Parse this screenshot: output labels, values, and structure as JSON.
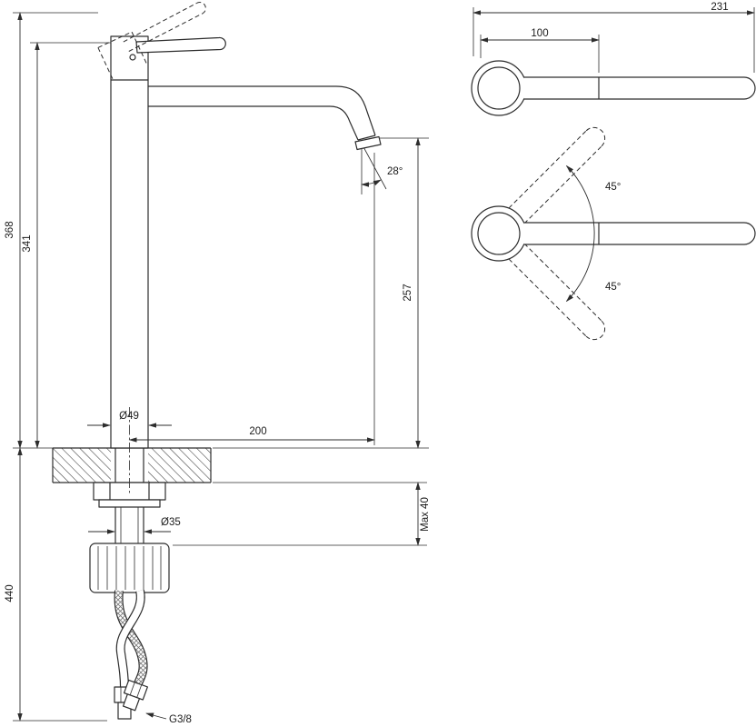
{
  "drawing": {
    "front": {
      "total_height": "368",
      "body_height": "341",
      "under_counter_depth": "440",
      "spout_reach": "200",
      "spout_outlet_height": "257",
      "spout_angle": "28°",
      "base_diameter": "Ø49",
      "shank_diameter": "Ø35",
      "max_deck_thickness": "Max 40",
      "hose_thread": "G3/8"
    },
    "top": {
      "overall_length": "231",
      "lever_length": "100",
      "swing_angle_upper": "45°",
      "swing_angle_lower": "45°"
    }
  }
}
